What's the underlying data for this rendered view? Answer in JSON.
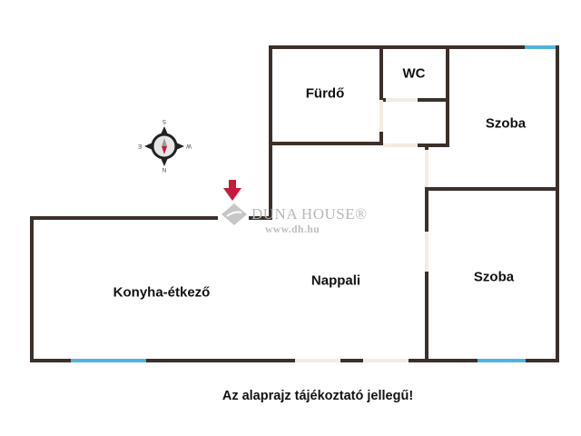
{
  "rooms": {
    "furdo": "Fürdő",
    "wc": "WC",
    "szoba_top": "Szoba",
    "szoba_bottom": "Szoba",
    "nappali": "Nappali",
    "konyha": "Konyha-étkező"
  },
  "compass": {
    "n": "N",
    "s": "S",
    "e": "E",
    "w": "W"
  },
  "watermark": {
    "brand": "DUNA HOUSE®",
    "url": "www.dh.hu"
  },
  "note": "Az alaprajz tájékoztató jellegű!",
  "colors": {
    "wall": "#3b302b",
    "window": "#4fb3de",
    "door": "#f3ece2",
    "entrance_arrow": "#c8193c"
  }
}
